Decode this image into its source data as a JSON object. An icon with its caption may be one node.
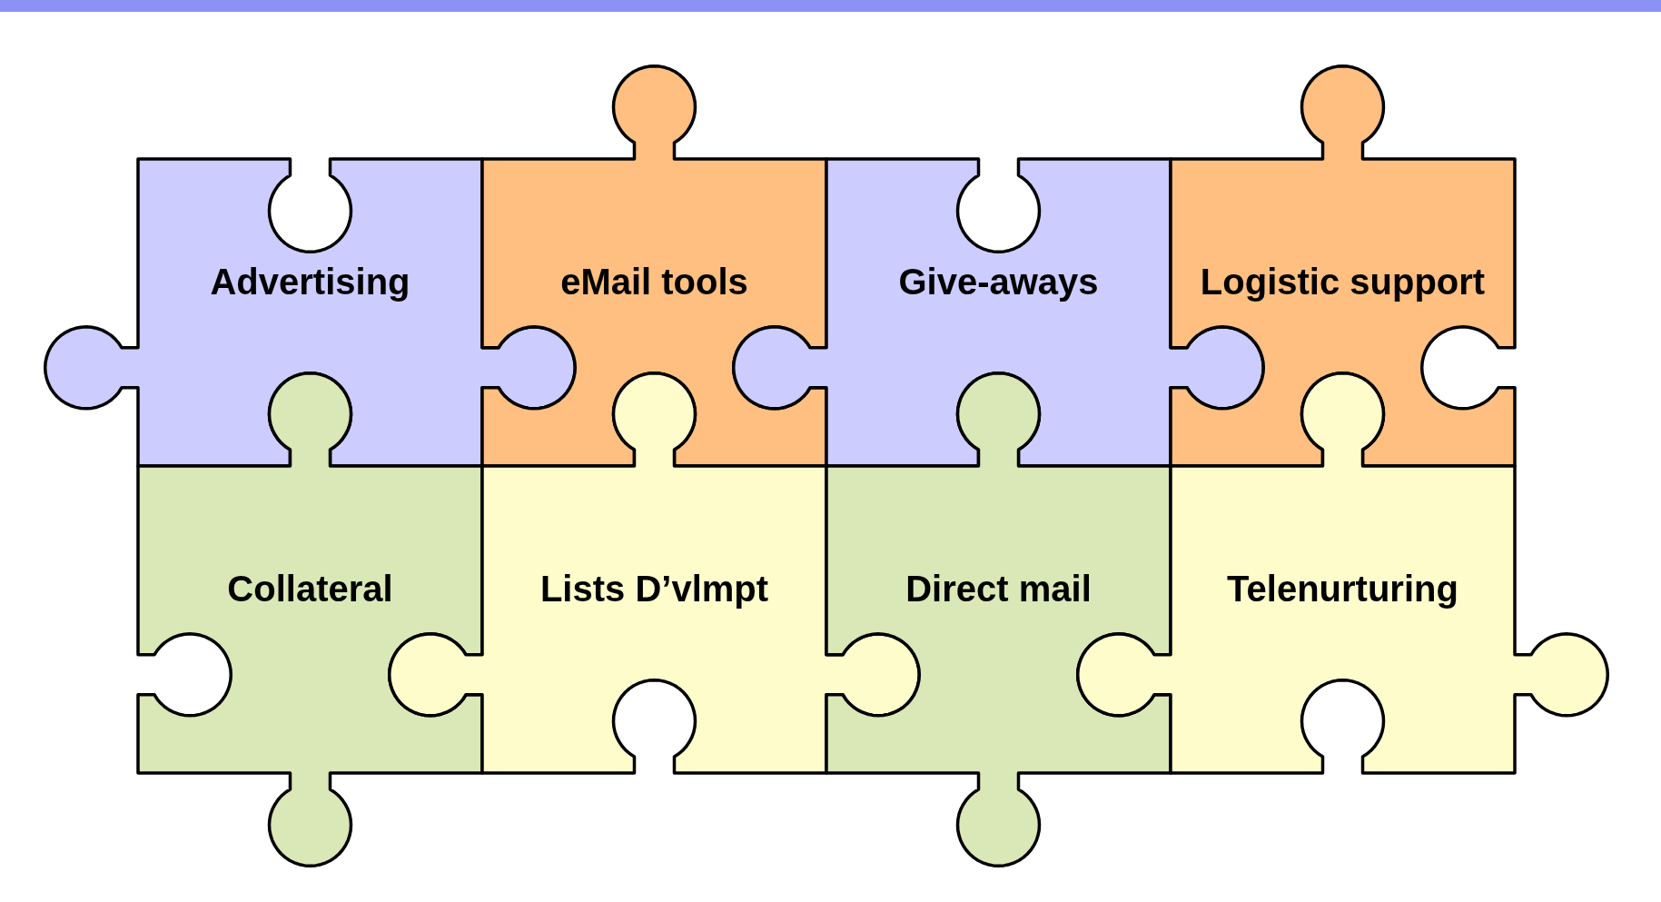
{
  "diagram": {
    "nodes": [
      {
        "text": [
          "Advertising"
        ]
      },
      {
        "text": [
          "eMail tools"
        ]
      },
      {
        "text": [
          "Give-aways"
        ]
      },
      {
        "text": [
          "Logistic support"
        ]
      },
      {
        "text": [
          "Collateral"
        ]
      },
      {
        "text": [
          "Lists D’vlmpt"
        ]
      },
      {
        "text": [
          "Direct mail"
        ]
      },
      {
        "text": [
          "Telenurturing"
        ]
      }
    ]
  }
}
